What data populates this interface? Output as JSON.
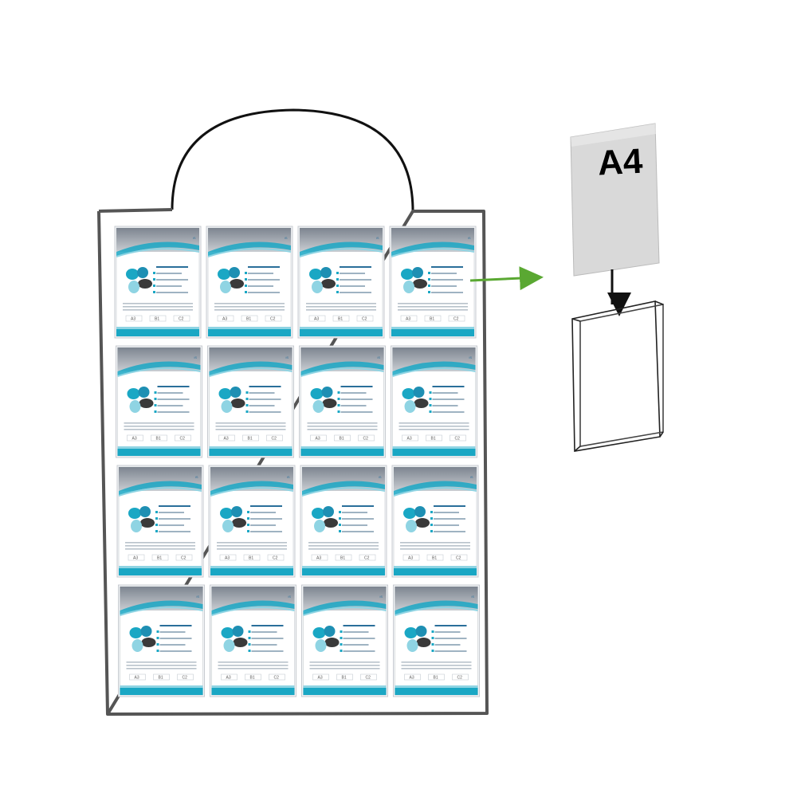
{
  "grid": {
    "rows": 4,
    "cols": 4
  },
  "poster": {
    "size_labels": [
      "A3",
      "B1",
      "C2"
    ],
    "side_mark": "iS",
    "colors": {
      "teal": "#1aa7c4",
      "light_teal": "#8fd4e3",
      "dark": "#3a3a3a",
      "grey_band": "#9aa0a6"
    }
  },
  "insert_sheet": {
    "label": "A4"
  },
  "colors": {
    "frame": "#555555",
    "hanger": "#111111",
    "pointer_arrow": "#5aa832",
    "drop_arrow": "#111111",
    "sheet_fill": "#d9d9d9"
  },
  "icons": [
    "hanger-loop-icon",
    "pointer-arrow-icon",
    "down-arrow-icon",
    "pocket-icon"
  ]
}
